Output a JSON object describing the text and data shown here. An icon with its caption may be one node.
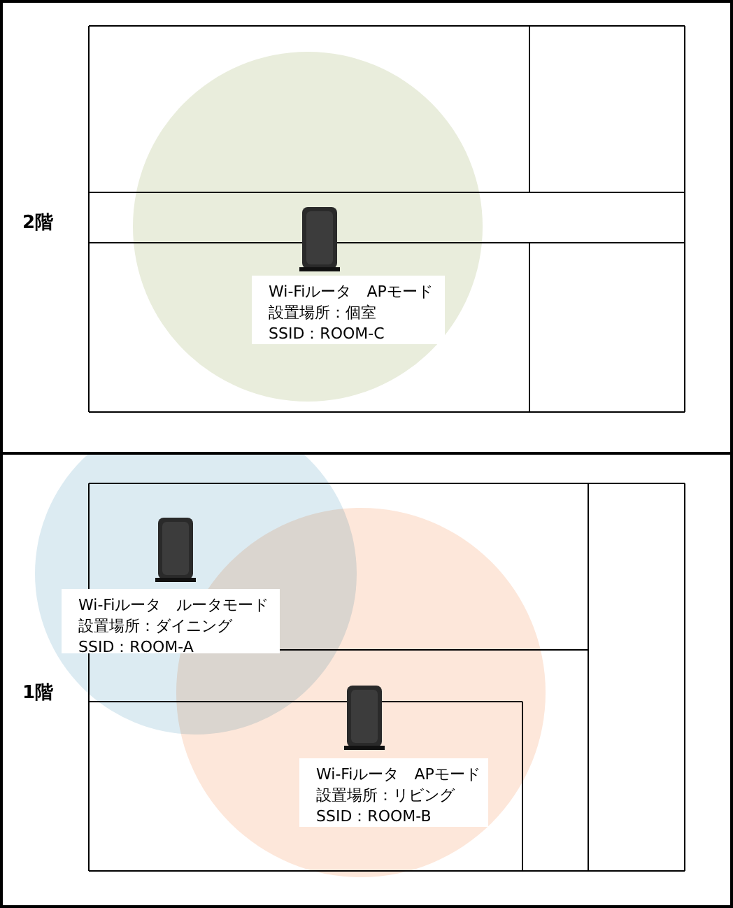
{
  "diagram": {
    "nodes": [
      {
        "text": [
          "2階"
        ]
      },
      {
        "text": [
          "Wi-Fiルータ　APモード",
          "設置場所：個室",
          "SSID：ROOM-C"
        ],
        "in": 0
      },
      {
        "text": [
          "1階"
        ]
      },
      {
        "text": [
          "Wi-Fiルータ　ルータモード",
          "設置場所：ダイニング",
          "SSID：ROOM-A"
        ],
        "in": 2
      },
      {
        "text": [
          "Wi-Fiルータ　APモード",
          "設置場所：リビング",
          "SSID：ROOM-B"
        ],
        "in": 2
      }
    ]
  }
}
